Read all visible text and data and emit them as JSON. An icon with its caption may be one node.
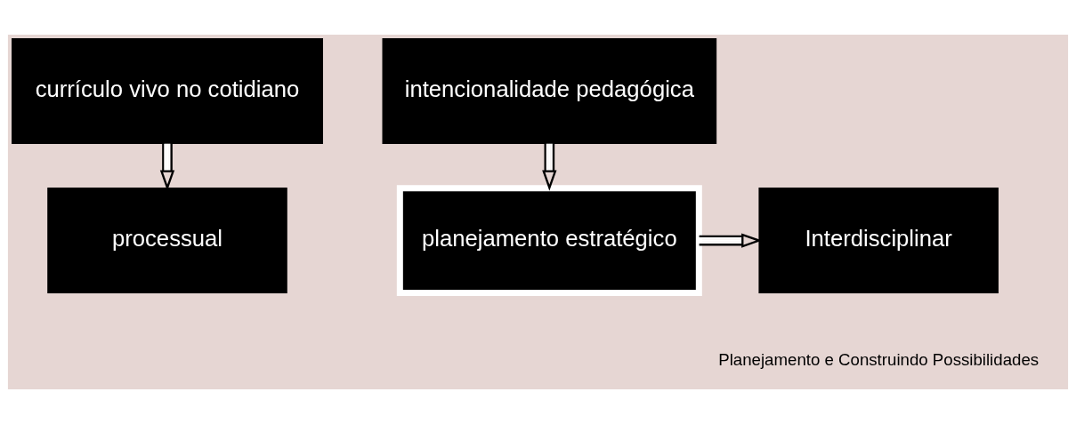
{
  "diagram": {
    "nodes": [
      {
        "text": [
          "currículo vivo no cotidiano"
        ]
      },
      {
        "text": [
          "intencionalidade pedagógica"
        ]
      },
      {
        "text": [
          "planejamento estratégico"
        ]
      },
      {
        "text": [
          "Interdisciplinar"
        ],
        "beside": [
          "Planejamento e Construindo Possibilidades"
        ]
      },
      {
        "text": [
          "processual"
        ]
      }
    ],
    "edges": [
      {
        "from": 0,
        "to": 4,
        "arrow": "to"
      },
      {
        "from": 1,
        "to": 2,
        "arrow": "to"
      },
      {
        "from": 2,
        "to": 3,
        "arrow": "to"
      }
    ]
  }
}
